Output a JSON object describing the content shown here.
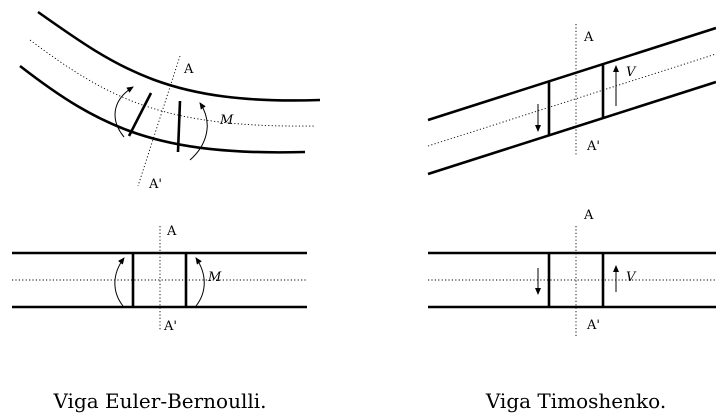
{
  "euler_bernoulli": {
    "caption": "Viga Euler-Bernoulli.",
    "bent": {
      "label_top": "A",
      "label_bottom": "A'",
      "moment": "M"
    },
    "straight": {
      "label_top": "A",
      "label_bottom": "A'",
      "moment": "M"
    }
  },
  "timoshenko": {
    "caption": "Viga Timoshenko.",
    "inclined": {
      "label_top": "A",
      "label_bottom": "A'",
      "shear": "V"
    },
    "straight": {
      "label_top": "A",
      "label_bottom": "A'",
      "shear": "V"
    }
  }
}
